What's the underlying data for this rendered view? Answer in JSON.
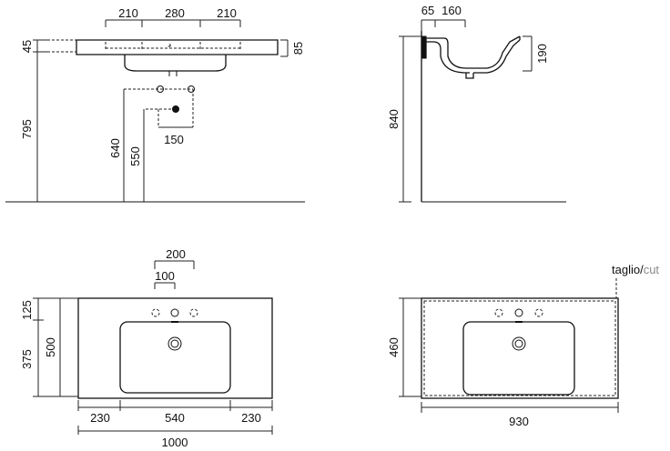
{
  "front_view": {
    "top_dims": [
      "210",
      "280",
      "210"
    ],
    "left_top": "45",
    "right_top": "85",
    "height_total": "795",
    "drain_640": "640",
    "drain_550": "550",
    "drain_width": "150"
  },
  "side_view": {
    "top_65": "65",
    "top_160": "160",
    "right_190": "190",
    "height_840": "840"
  },
  "plan_view": {
    "dim_200": "200",
    "dim_100": "100",
    "left_125": "125",
    "left_375": "375",
    "left_500": "500",
    "bottom_230_left": "230",
    "bottom_540": "540",
    "bottom_230_right": "230",
    "bottom_1000": "1000"
  },
  "cut_view": {
    "label_taglio": "taglio",
    "label_slash": "/",
    "label_cut": "cut",
    "left_460": "460",
    "bottom_930": "930"
  },
  "colors": {
    "line": "#111111",
    "cut_label": "#8a8a8a"
  }
}
